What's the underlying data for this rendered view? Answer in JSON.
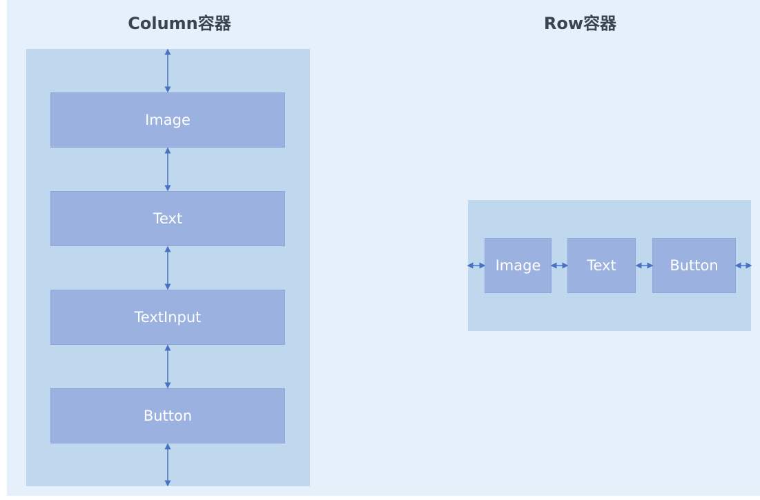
{
  "column": {
    "title": "Column容器",
    "items": [
      {
        "label": "Image"
      },
      {
        "label": "Text"
      },
      {
        "label": "TextInput"
      },
      {
        "label": "Button"
      }
    ]
  },
  "row": {
    "title": "Row容器",
    "items": [
      {
        "label": "Image"
      },
      {
        "label": "Text"
      },
      {
        "label": "Button"
      }
    ]
  },
  "colors": {
    "background": "#e6f0fb",
    "container": "#bfd8ee",
    "item": "#9bb2e0",
    "arrow": "#4a72c4",
    "heading": "#3b4250"
  }
}
